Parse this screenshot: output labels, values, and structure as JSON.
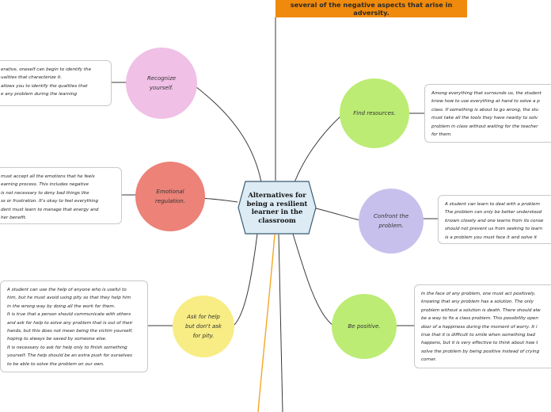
{
  "banner": "several of the negative aspects that arise in adversity.",
  "central": "Alternatives for being a resilient learner in the classroom",
  "branches": {
    "recognize": {
      "label": "Recognize yourself.",
      "text": "erative, oneself can begin to identify the\nualities that characterize it.\nallows you to identify the qualities that\ne any problem during the learning"
    },
    "emotional": {
      "label": "Emotional regulation.",
      "text": "must accept all the emotions that he feels\nearning process. This includes negative\nis not necessary to deny bad things like\nss or frustration. It's okay to feel everything\ndent must learn to manage that energy and\nher benefit."
    },
    "ask": {
      "label": "Ask for help but don't ask for pity.",
      "text": "A student can use the help of anyone who is useful to\nhim, but he must avoid using pity so that they help him\nin the wrong way by doing all the work for them.\nIt is true that a person should communicate with others\nand ask for help to solve any problem that is out of their\nhands, but this does not mean being the victim yourself,\nhoping to always be saved by someone else.\nIt is necessary to ask for help only to finish something\nyourself. The help should be an extra push for ourselves\nto be able to solve the problem on our own."
    },
    "resources": {
      "label": "Find resources.",
      "text": "Among everything that surrounds us, the student\nknow how to use everything at hand to solve a p\nclass. If something is about to go wrong, the stu\nmust take all the tools they have nearby to solv\nproblem in class without waiting for the teacher\nfor them."
    },
    "confront": {
      "label": "Confront the problem.",
      "text": "A student can learn to deal with a problem\nThe problem can only be better understood\nknown closely and one learns from its conse\nshould not prevent us from seeking to learn\nis a problem you must face it and solve it"
    },
    "positive": {
      "label": "Be positive.",
      "text": "In the face of any problem, one must act positively,\nknowing that any problem has a solution. The only\nproblem without a solution is death. There should alw\nbe a way to fix a class problem. This possibility open\ndoor of a happiness during the moment of worry. It i\ntrue that it is difficult to smile when something bad\nhappens, but it is very effective to think about how t\nsolve the problem by being positive instead of crying\ncorner."
    }
  },
  "colors": {
    "recognize": "#f0c0e6",
    "emotional": "#ec8278",
    "ask": "#f8ec84",
    "resources": "#bcec74",
    "confront": "#c8c0ec",
    "positive": "#bcec74",
    "central_fill": "#dcebf4",
    "banner": "#f08a0c",
    "accent_line": "#f5a623"
  }
}
